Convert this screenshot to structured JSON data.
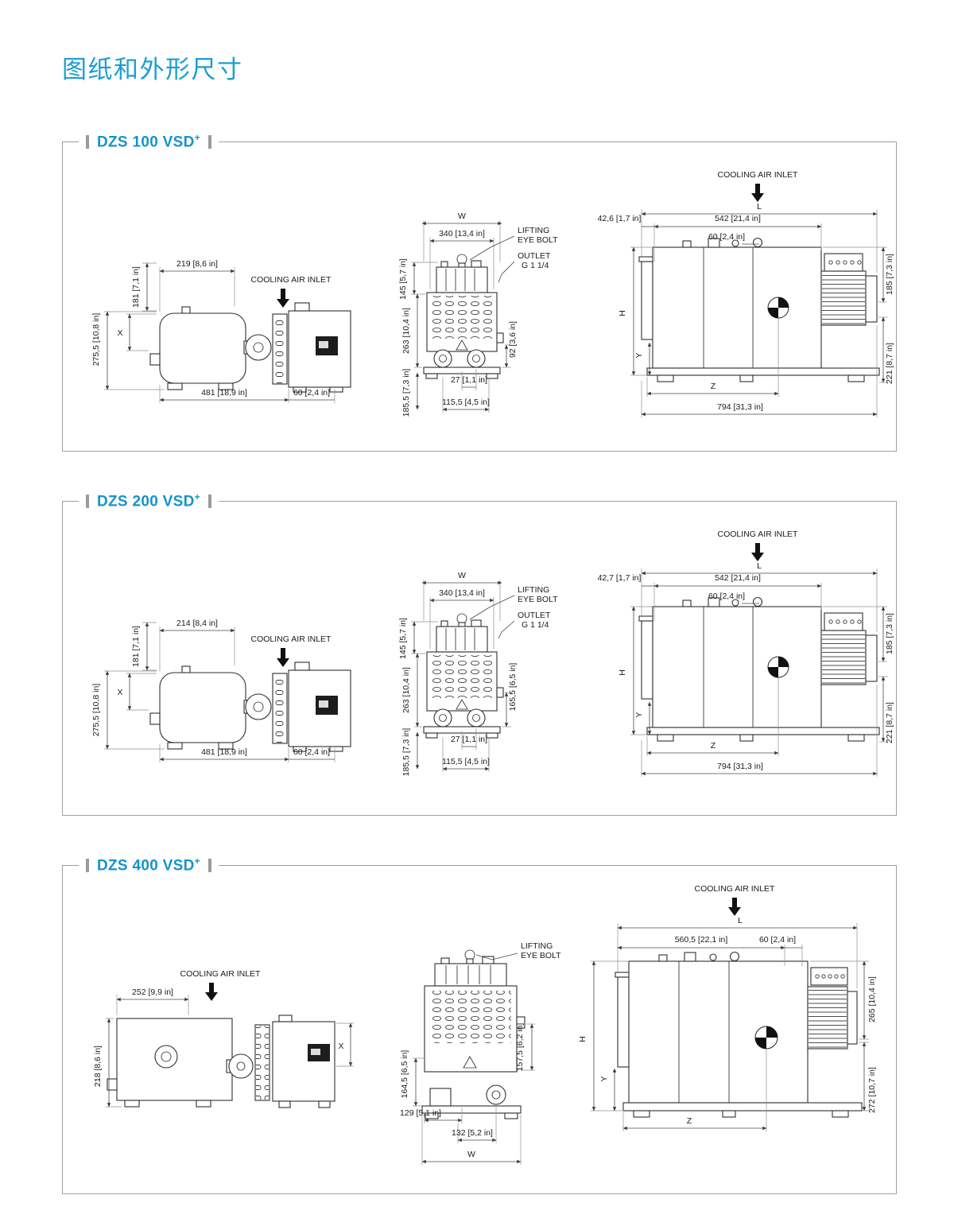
{
  "page": {
    "title": "图纸和外形尺寸"
  },
  "panels": [
    {
      "name": "DZS 100 VSD",
      "sup": "+",
      "left": {
        "cooling": "COOLING AIR INLET",
        "top_width": "219 [8,6 in]",
        "upper_height": "181 [7,1 in]",
        "total_height": "275,5 [10,8 in]",
        "x": "X",
        "length": "481 [18,9 in]",
        "length2": "60 [2,4 in]"
      },
      "front": {
        "w": "W",
        "top_width": "340 [13,4 in]",
        "upper_height": "145 [5,7 in]",
        "lifting1": "LIFTING",
        "lifting2": "EYE BOLT",
        "outlet1": "OUTLET",
        "outlet2": "G 1 1/4",
        "outlet_height": "92 [3,6 in]",
        "body_height": "263 [10,4 in]",
        "offset": "27 [1,1 in]",
        "port_height": "185,5 [7,3 in]",
        "port_span": "115,5 [4,5 in]"
      },
      "right": {
        "cooling": "COOLING AIR INLET",
        "l": "L",
        "duct": "42,6 [1,7 in]",
        "mid": "542 [21,4 in]",
        "small": "60 [2,4 in]",
        "top_height": "185 [7,3 in]",
        "h": "H",
        "y": "Y",
        "z": "Z",
        "length": "794 [31,3 in]",
        "bottom_height": "221 [8,7 in]"
      }
    },
    {
      "name": "DZS 200 VSD",
      "sup": "+",
      "left": {
        "cooling": "COOLING AIR INLET",
        "top_width": "214 [8,4 in]",
        "upper_height": "181 [7,1 in]",
        "total_height": "275,5 [10,8 in]",
        "x": "X",
        "length": "481 [18,9 in]",
        "length2": "60 [2,4 in]"
      },
      "front": {
        "w": "W",
        "top_width": "340 [13,4 in]",
        "upper_height": "145 [5,7 in]",
        "lifting1": "LIFTING",
        "lifting2": "EYE BOLT",
        "outlet1": "OUTLET",
        "outlet2": "G 1 1/4",
        "outlet_height": "165,5 [6,5 in]",
        "body_height": "263 [10,4 in]",
        "offset": "27 [1,1 in]",
        "port_height": "185,5 [7,3 in]",
        "port_span": "115,5 [4,5 in]"
      },
      "right": {
        "cooling": "COOLING AIR INLET",
        "l": "L",
        "duct": "42,7 [1,7 in]",
        "mid": "542 [21,4 in]",
        "small": "60 [2,4 in]",
        "top_height": "185 [7,3 in]",
        "h": "H",
        "y": "Y",
        "z": "Z",
        "length": "794 [31,3 in]",
        "bottom_height": "221 [8,7 in]"
      }
    },
    {
      "name": "DZS 400 VSD",
      "sup": "+",
      "left": {
        "cooling": "COOLING AIR INLET",
        "top_width": "252 [9,9 in]",
        "total_height": "218 [8,6 in]",
        "x": "X"
      },
      "front": {
        "lifting1": "LIFTING",
        "lifting2": "EYE BOLT",
        "left_height": "164,5 [6,5 in]",
        "right_height": "157,5 [6,2 in]",
        "bottom1": "129 [5,1 in]",
        "bottom2": "132 [5,2 in]",
        "w": "W"
      },
      "right": {
        "cooling": "COOLING AIR INLET",
        "l": "L",
        "mid": "560,5 [22,1 in]",
        "small": "60 [2,4 in]",
        "top_height": "265 [10,4 in]",
        "h": "H",
        "y": "Y",
        "z": "Z",
        "bottom_height": "272 [10,7 in]"
      }
    }
  ]
}
